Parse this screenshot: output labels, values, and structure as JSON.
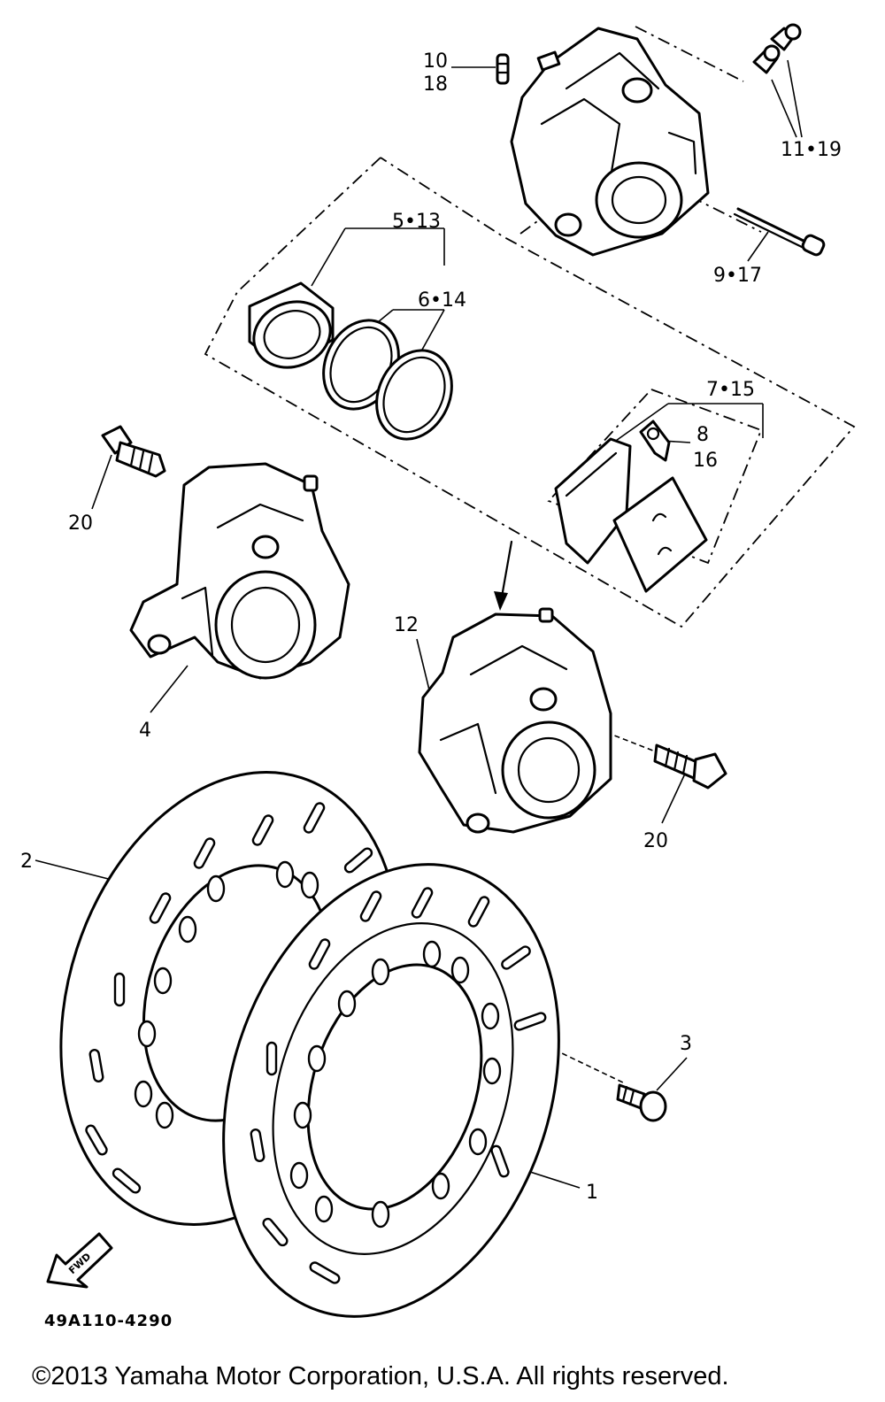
{
  "diagram": {
    "part_number": "49A110-4290",
    "copyright": "©2013 Yamaha Motor Corporation, U.S.A. All rights reserved.",
    "front_marker": "FWD",
    "callouts": {
      "c10_18_top": "10",
      "c10_18_bottom": "18",
      "c11_19": "11•19",
      "c5_13": "5•13",
      "c6_14": "6•14",
      "c9_17": "9•17",
      "c7_15": "7•15",
      "c8_16_top": "8",
      "c8_16_bottom": "16",
      "c20_left": "20",
      "c4": "4",
      "c12": "12",
      "c20_right": "20",
      "c2": "2",
      "c3": "3",
      "c1": "1"
    }
  }
}
